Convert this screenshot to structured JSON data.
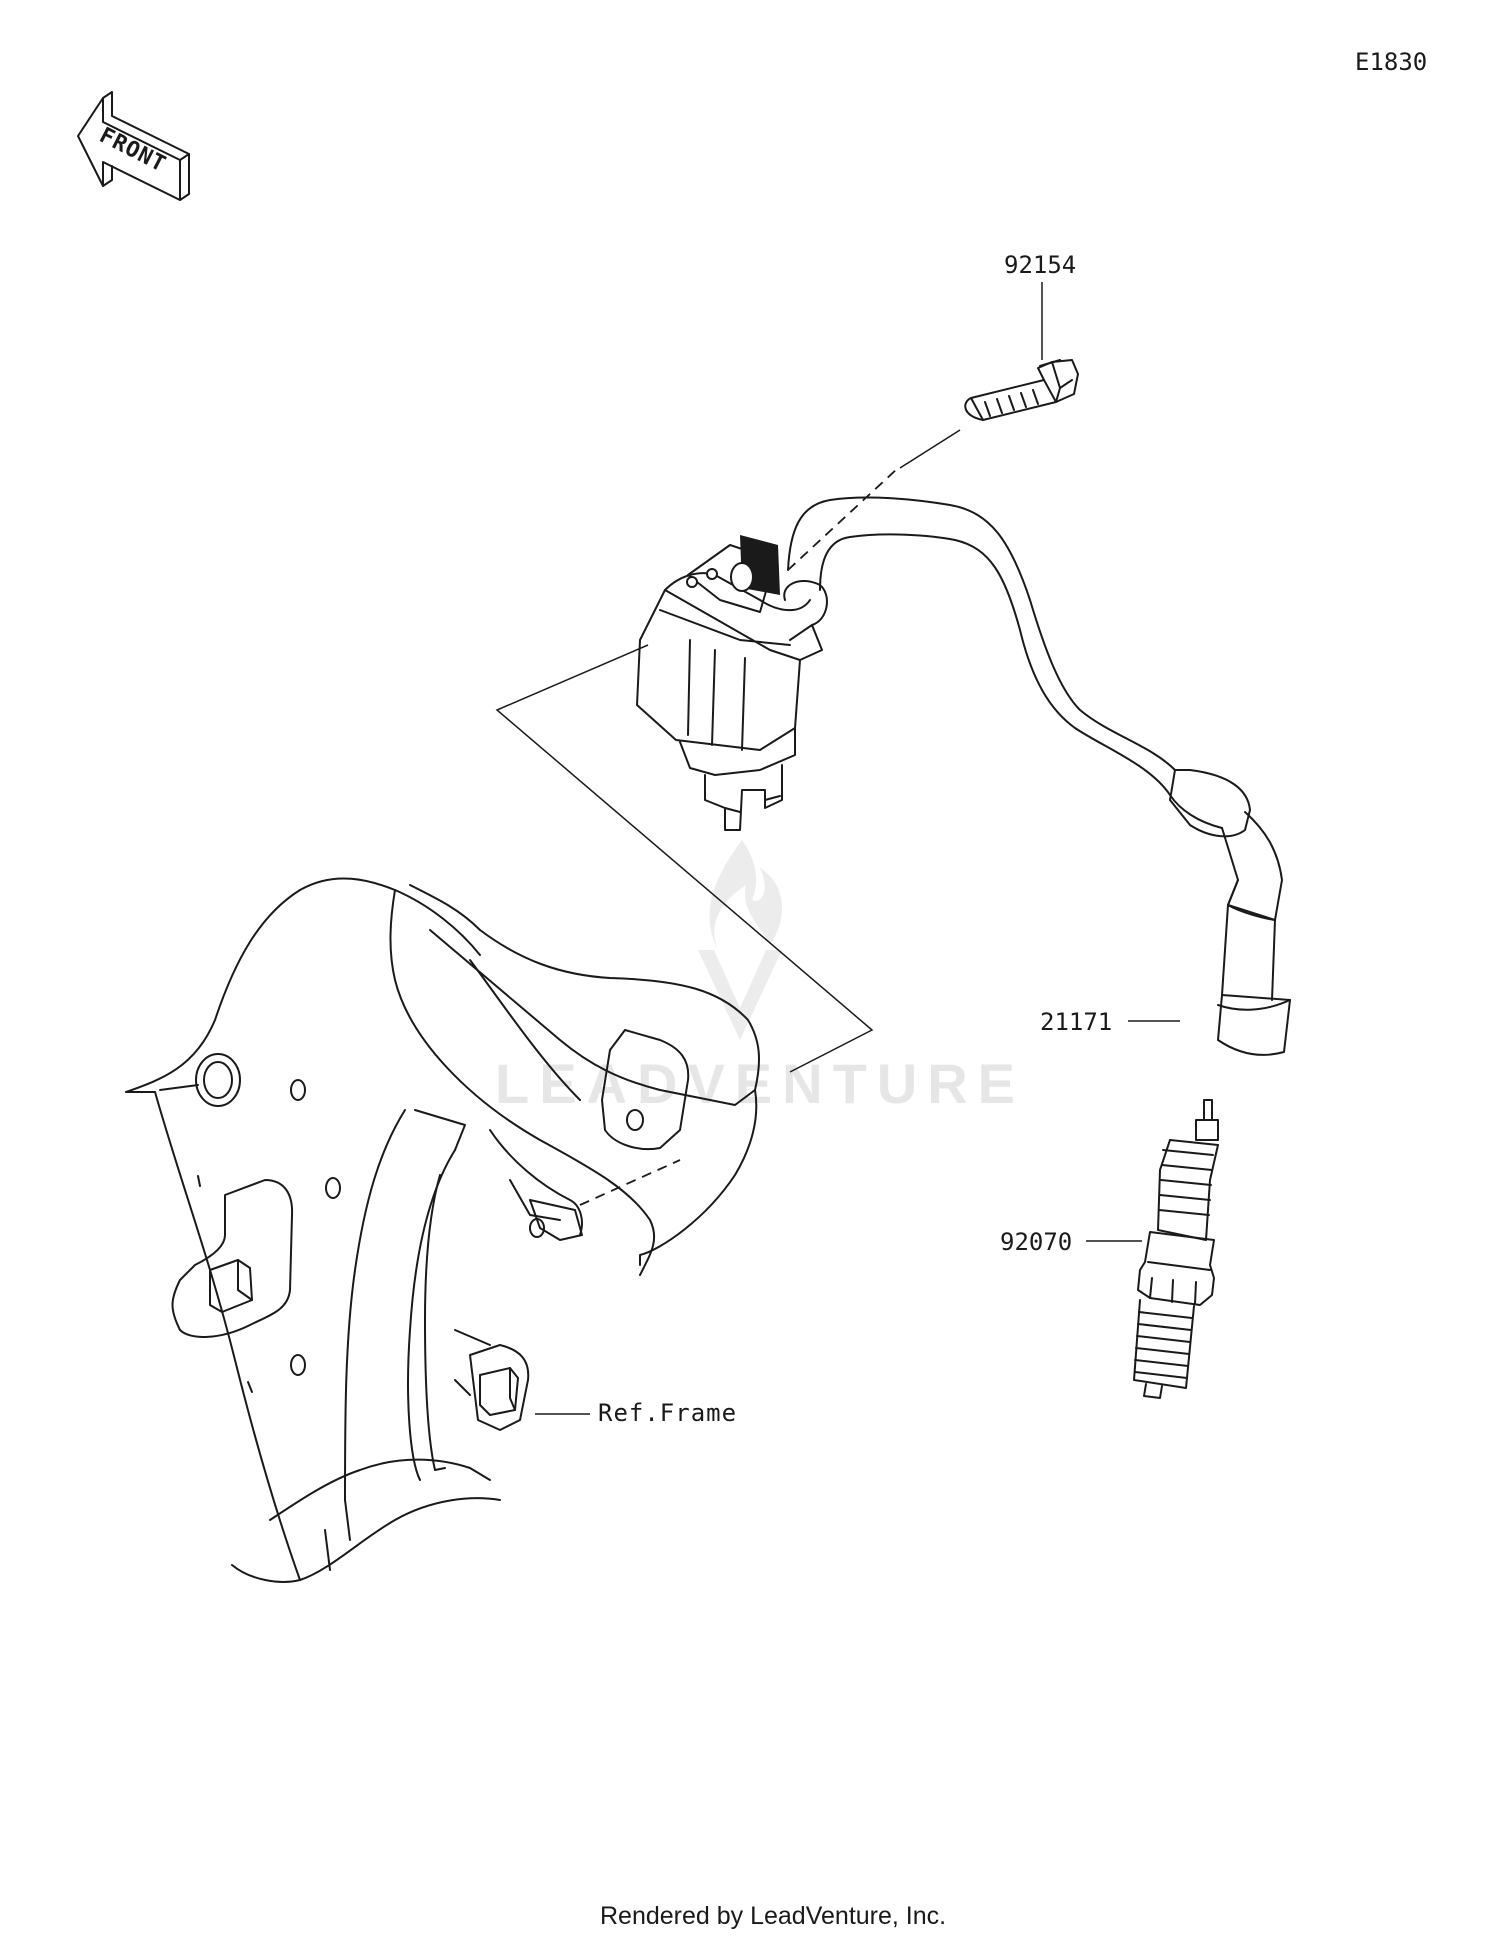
{
  "diagram_code": "E1830",
  "front_label": "FRONT",
  "callouts": {
    "bolt": "92154",
    "plug_cap": "21171",
    "spark_plug": "92070",
    "frame_ref": "Ref.Frame"
  },
  "watermark": "LEADVENTURE",
  "footer": "Rendered by LeadVenture, Inc."
}
